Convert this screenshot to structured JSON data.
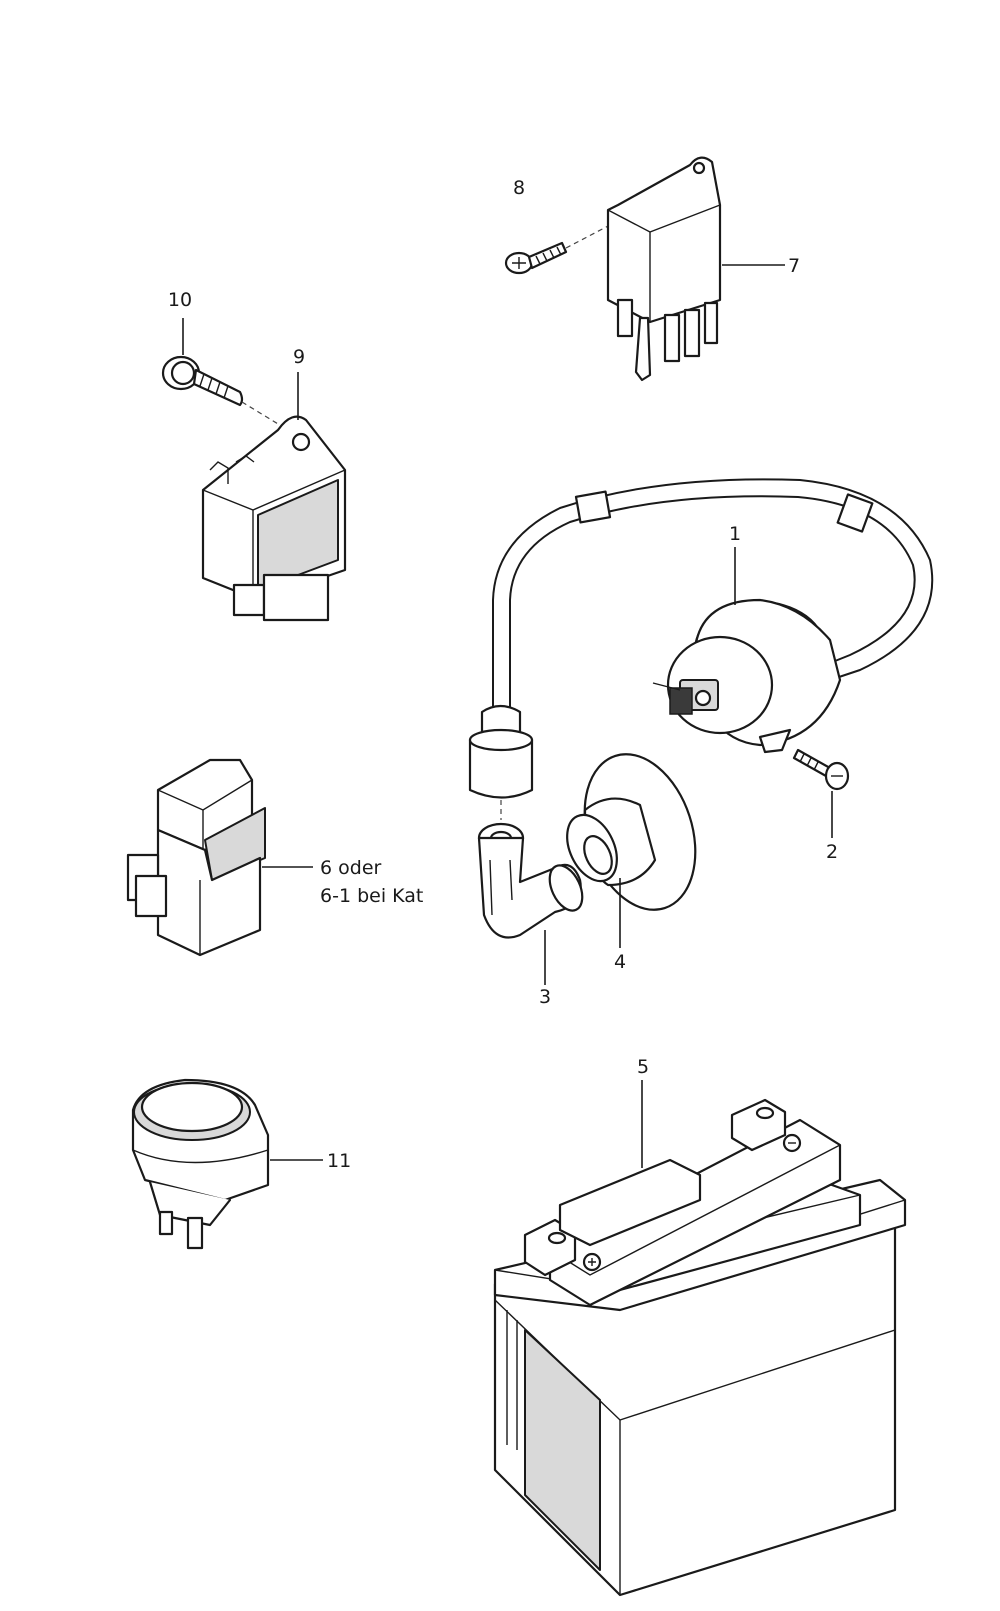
{
  "callouts": {
    "c1": "1",
    "c2": "2",
    "c3": "3",
    "c4": "4",
    "c5": "5",
    "c6_line1": "6 oder",
    "c6_line2": "6-1 bei Kat",
    "c7": "7",
    "c8": "8",
    "c9": "9",
    "c10": "10",
    "c11": "11"
  },
  "colors": {
    "line": "#1a1a1a",
    "background": "#ffffff",
    "shading": "#d9d9d9"
  }
}
